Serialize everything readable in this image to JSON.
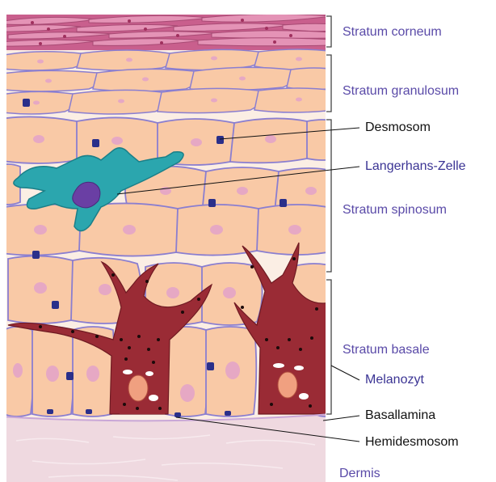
{
  "diagram": {
    "layers": [
      {
        "id": "corneum",
        "label": "Stratum corneum"
      },
      {
        "id": "granulosum",
        "label": "Stratum granulosum"
      },
      {
        "id": "spinosum",
        "label": "Stratum spinosum"
      },
      {
        "id": "basale",
        "label": "Stratum basale"
      },
      {
        "id": "dermis",
        "label": "Dermis"
      }
    ],
    "callouts": [
      {
        "id": "desmosom",
        "label": "Desmosom"
      },
      {
        "id": "langerhans",
        "label": "Langerhans-Zelle"
      },
      {
        "id": "melanozyt",
        "label": "Melanozyt"
      },
      {
        "id": "basallamina",
        "label": "Basallamina"
      },
      {
        "id": "hemidesmosom",
        "label": "Hemidesmosom"
      }
    ],
    "colors": {
      "cell_fill": "#f9c9a6",
      "cell_stroke": "#7c6cc4",
      "nucleus": "#e4a6c6",
      "corneum_fill": "#d97aa2",
      "langerhans": "#2aa3ad",
      "langerhans_nucleus": "#6a3fa4",
      "melanocyte": "#9a2b35",
      "dermis": "#efd9e0",
      "desmosome": "#2a2f8a",
      "layer_text": "#5a4aa8"
    }
  }
}
